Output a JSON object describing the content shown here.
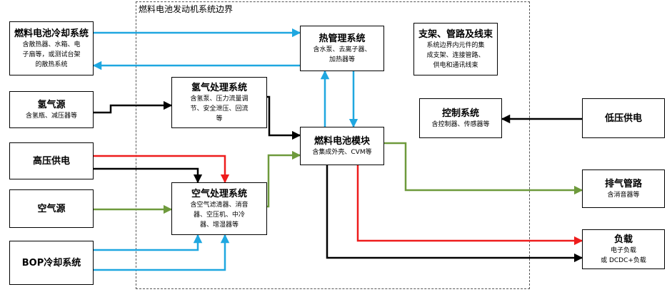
{
  "boundary": {
    "title": "燃料电池发动机系统边界"
  },
  "boxes": {
    "fc_cooling": {
      "title": "燃料电池冷却系统",
      "sub": [
        "含散热器、水箱、电",
        "子扇等，或测试台架",
        "的散热系统"
      ]
    },
    "h2_source": {
      "title": "氢气源",
      "sub": [
        "含氢瓶、减压器等"
      ]
    },
    "hv_power": {
      "title": "高压供电",
      "sub": []
    },
    "air_source": {
      "title": "空气源",
      "sub": []
    },
    "bop_cooling": {
      "title": "BOP冷却系统",
      "sub": []
    },
    "h2_processing": {
      "title": "氢气处理系统",
      "sub": [
        "含氢泵、压力流量调",
        "节、安全泄压、回流",
        "等"
      ]
    },
    "air_processing": {
      "title": "空气处理系统",
      "sub": [
        "含空气滤清器、消音",
        "器、空压机、中冷",
        "器、增湿器等"
      ]
    },
    "thermal": {
      "title": "热管理系统",
      "sub": [
        "含水泵、去离子器、",
        "加热器等"
      ]
    },
    "fc_module": {
      "title": "燃料电池模块",
      "sub": [
        "含集成外壳、CVM等"
      ]
    },
    "bracket": {
      "title": "支架、管路及线束",
      "sub": [
        "系统边界内元件的集",
        "成支架、连接管路、",
        "供电和通讯线束"
      ]
    },
    "control": {
      "title": "控制系统",
      "sub": [
        "含控制器、传感器等"
      ]
    },
    "lv_power": {
      "title": "低压供电",
      "sub": []
    },
    "exhaust": {
      "title": "排气管路",
      "sub": [
        "含消音器等"
      ]
    },
    "load": {
      "title": "负载",
      "sub": [
        "电子负载",
        "或 DCDC+负载"
      ]
    }
  },
  "colors": {
    "coolant": "#1fa7e0",
    "hydrogen": "#000000",
    "high_voltage": "#ee1c1c",
    "air": "#6e9a3c"
  }
}
